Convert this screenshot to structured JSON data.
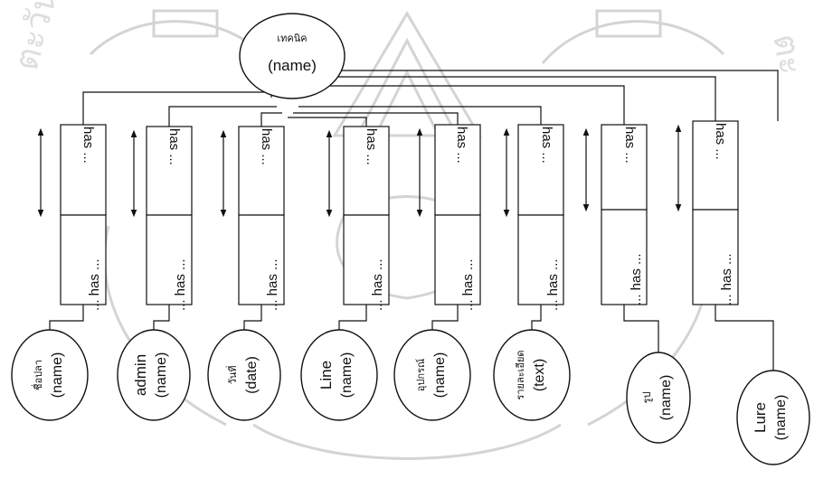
{
  "diagram": {
    "root": {
      "title": "เทคนิค",
      "type": "(name)"
    },
    "relation_top": "has ...",
    "relation_bottom": "... has ...",
    "relation_bottom_alt": "... has",
    "entities": [
      {
        "title": "ชื่อปลา",
        "type": "(name)"
      },
      {
        "title": "admin",
        "type": "(name)"
      },
      {
        "title": "วันที่",
        "type": "(date)"
      },
      {
        "title": "Line",
        "type": "(name)"
      },
      {
        "title": "อุปกรณ์",
        "type": "(name)"
      },
      {
        "title": "รายละเอียด",
        "type": "(text)"
      },
      {
        "title": "รูป",
        "type": "(name)"
      },
      {
        "title": "Lure",
        "type": "(name)"
      }
    ]
  },
  "colors": {
    "line": "#111111",
    "watermark": "#d4d4d4",
    "background": "#ffffff"
  }
}
